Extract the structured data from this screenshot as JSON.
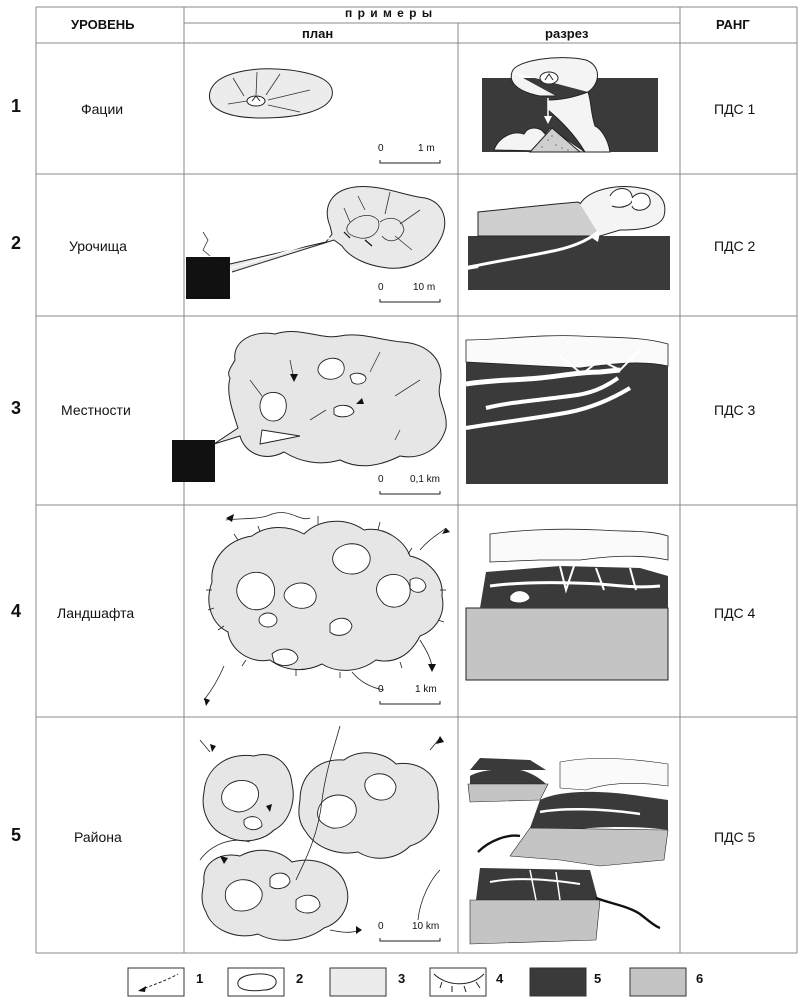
{
  "header": {
    "level": "УРОВЕНЬ",
    "examples": "п р и м е р ы",
    "plan": "план",
    "section": "разрез",
    "rank": "РАНГ"
  },
  "rows": [
    {
      "num": "1",
      "level": "Фации",
      "rank": "ПДС 1",
      "scale_zero": "0",
      "scale_unit": "1 m"
    },
    {
      "num": "2",
      "level": "Урочища",
      "rank": "ПДС 2",
      "scale_zero": "0",
      "scale_unit": "10 m"
    },
    {
      "num": "3",
      "level": "Местности",
      "rank": "ПДС 3",
      "scale_zero": "0",
      "scale_unit": "0,1 km"
    },
    {
      "num": "4",
      "level": "Ландшафта",
      "rank": "ПДС 4",
      "scale_zero": "0",
      "scale_unit": "1 km"
    },
    {
      "num": "5",
      "level": "Района",
      "rank": "ПДС 5",
      "scale_zero": "0",
      "scale_unit": "10 km"
    }
  ],
  "legend": [
    {
      "num": "1",
      "icon": "flow-arrow-icon"
    },
    {
      "num": "2",
      "icon": "contour-outline-icon"
    },
    {
      "num": "3",
      "icon": "light-fill-icon"
    },
    {
      "num": "4",
      "icon": "hachure-edge-icon"
    },
    {
      "num": "5",
      "icon": "dark-fill-icon"
    },
    {
      "num": "6",
      "icon": "medium-fill-icon"
    }
  ],
  "colors": {
    "light_fill": "#e9e9e9",
    "medium_fill": "#c4c4c4",
    "dark_fill": "#3a3a3a",
    "line": "#222222"
  }
}
